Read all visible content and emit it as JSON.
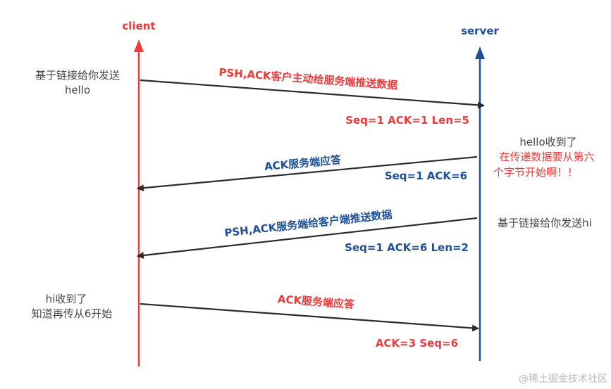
{
  "colors": {
    "client": "#ee3a3a",
    "server": "#1f4f99",
    "arrow": "#2b2b2b",
    "red_label": "#ee3a3a",
    "blue_label": "#1f4f99",
    "note": "#444444"
  },
  "participants": {
    "client": "client",
    "server": "server"
  },
  "client_notes": {
    "note1": [
      "基于链接给你发送",
      "hello"
    ],
    "note2": [
      "hi收到了",
      "知道再传从6开始"
    ]
  },
  "server_notes": {
    "note1_line1": "hello收到了",
    "note1_red": [
      "在传递数据要从第六",
      "个字节开始啊！！"
    ],
    "note2": "基于链接给你发送hi"
  },
  "messages": [
    {
      "direction": "client-to-server",
      "label": "PSH,ACK客户主动给服务端推送数据",
      "fields": "Seq=1 ACK=1 Len=5",
      "color": "red"
    },
    {
      "direction": "server-to-client",
      "label": "ACK服务端应答",
      "fields": "Seq=1 ACK=6",
      "color": "blue"
    },
    {
      "direction": "server-to-client",
      "label": "PSH,ACK服务端给客户端推送数据",
      "fields": "Seq=1 ACK=6 Len=2",
      "color": "blue"
    },
    {
      "direction": "client-to-server",
      "label": "ACK服务端应答",
      "fields": "ACK=3 Seq=6",
      "color": "red"
    }
  ],
  "watermark": "@稀土掘金技术社区"
}
